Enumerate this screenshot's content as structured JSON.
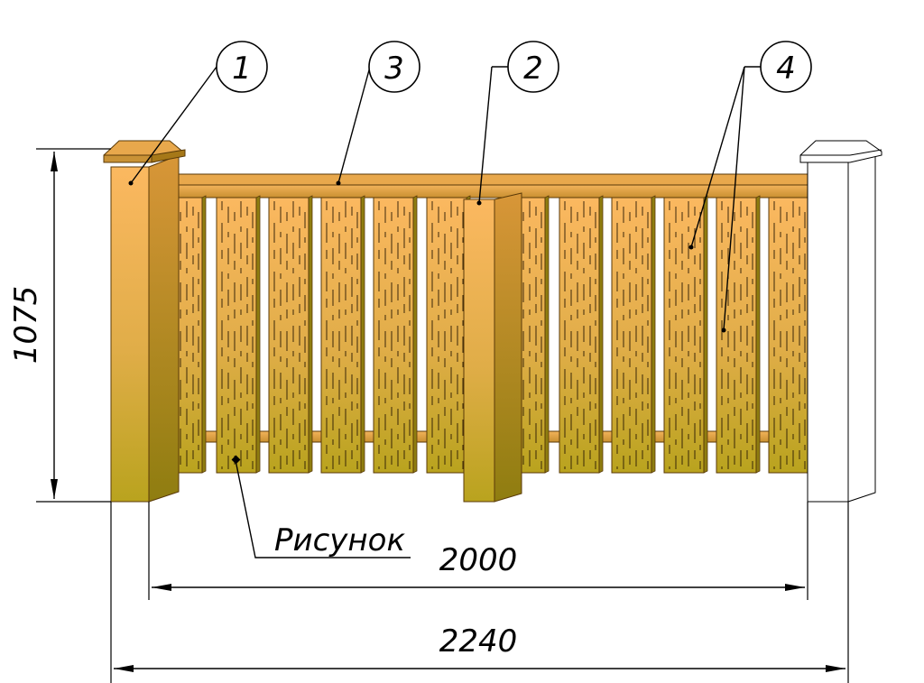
{
  "callouts": {
    "post": "1",
    "middle_post": "2",
    "rail": "3",
    "pickets": "4"
  },
  "caption": "Рисунок",
  "dimensions": {
    "height": "1075",
    "inner_width": "2000",
    "total_width": "2240"
  },
  "colors": {
    "wood_light": "#f8b45a",
    "wood_dark": "#b8a21c",
    "wood_edge": "#5a3a08",
    "picket_shade": "#caa23a",
    "white_post": "#ffffff",
    "line": "#000000"
  }
}
